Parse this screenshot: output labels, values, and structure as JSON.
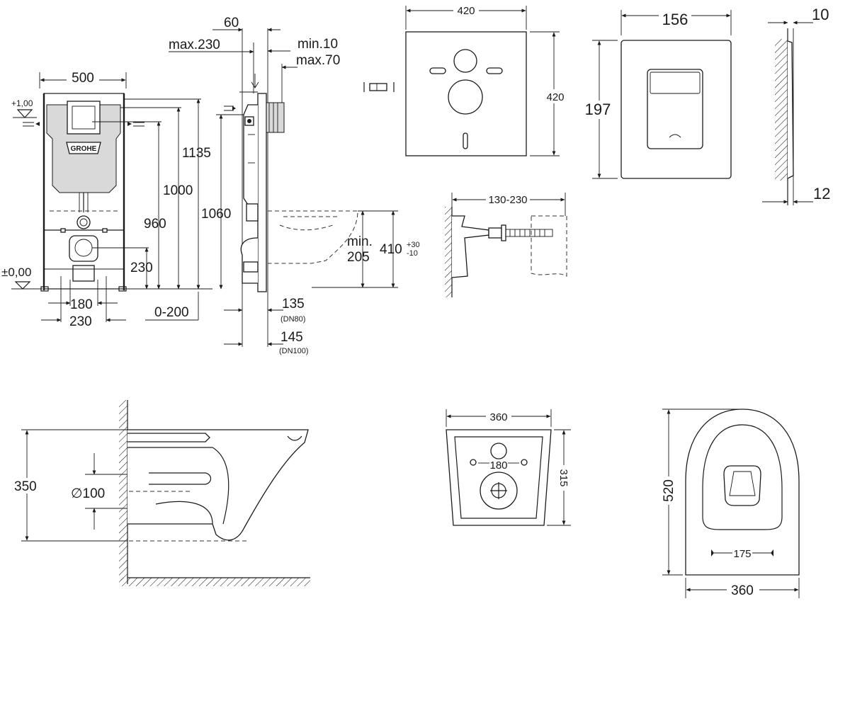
{
  "brand": "GROHE",
  "labels": {
    "frame_width": "500",
    "level_top": "+1,00",
    "level_zero": "±0,00",
    "h_1135": "1135",
    "h_1000": "1000",
    "h_960": "960",
    "h_1060": "1060",
    "h_230": "230",
    "w_180": "180",
    "w_230": "230",
    "depth_0_200": "0-200",
    "d_60": "60",
    "max_230": "max.230",
    "min_10": "min.10",
    "max_70": "max.70",
    "min": "min.",
    "min_205": "205",
    "h_410": "410",
    "tol_plus": "+30",
    "tol_minus": "-10",
    "d_135": "135",
    "dn80": "(DN80)",
    "d_145": "145",
    "dn100": "(DN100)",
    "plate_420_w": "420",
    "plate_420_h": "420",
    "bolt_range": "130-230",
    "button_w": "156",
    "button_h": "197",
    "button_side_10": "10",
    "button_side_12": "12",
    "bowl_h_350": "350",
    "pipe_100": "∅100",
    "rear_w_360": "360",
    "rear_180": "180",
    "rear_h_315": "315",
    "top_h_520": "520",
    "top_175": "175",
    "top_w_360": "360"
  }
}
